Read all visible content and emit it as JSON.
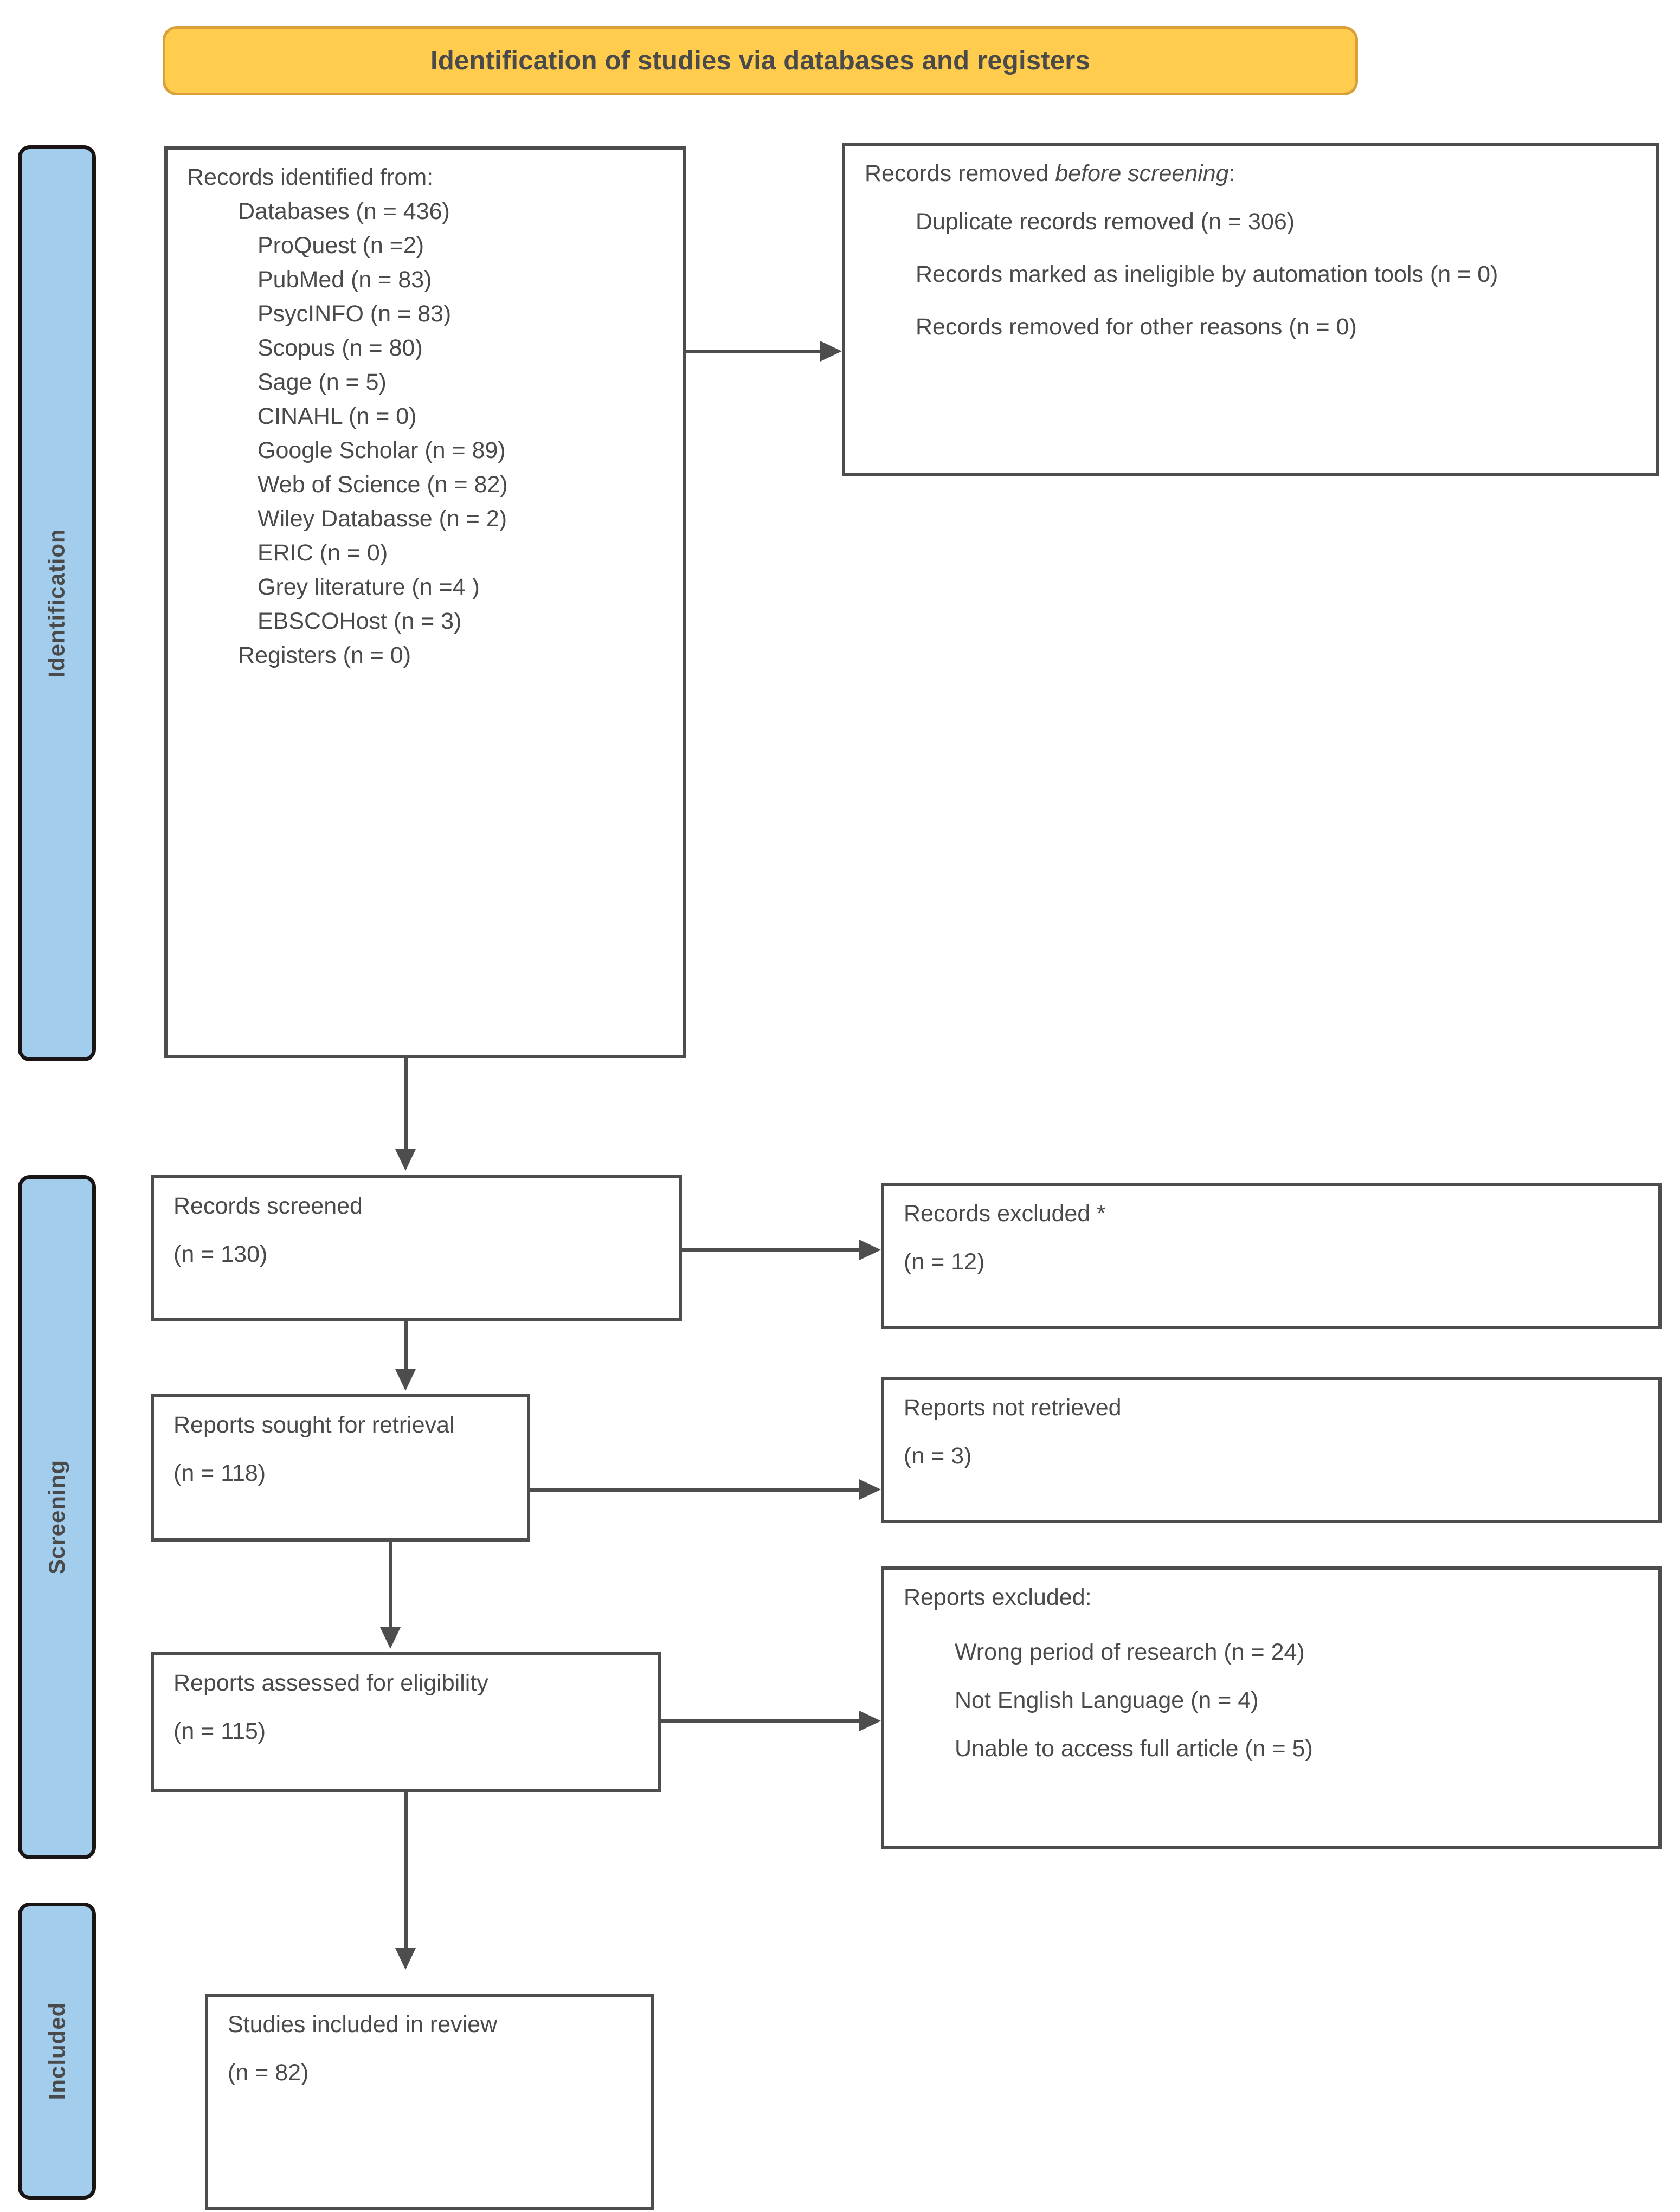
{
  "banner": {
    "title": "Identification of studies via databases and registers"
  },
  "stages": [
    {
      "label": "Identification"
    },
    {
      "label": "Screening"
    },
    {
      "label": "Included"
    }
  ],
  "boxes": {
    "identified": {
      "name": "Records identified from:",
      "lines": [
        {
          "text": "Records identified from:",
          "level": 0
        },
        {
          "text": "Databases (n = 436)",
          "level": 1
        },
        {
          "text": "ProQuest (n =2)",
          "level": 2
        },
        {
          "text": "PubMed (n = 83)",
          "level": 2
        },
        {
          "text": "PsycINFO (n = 83)",
          "level": 2
        },
        {
          "text": "Scopus (n = 80)",
          "level": 2
        },
        {
          "text": "Sage (n = 5)",
          "level": 2
        },
        {
          "text": "CINAHL (n = 0)",
          "level": 2
        },
        {
          "text": "Google Scholar (n = 89)",
          "level": 2
        },
        {
          "text": "Web of Science (n = 82)",
          "level": 2
        },
        {
          "text": "Wiley Databasse (n = 2)",
          "level": 2
        },
        {
          "text": "ERIC (n = 0)",
          "level": 2
        },
        {
          "text": "Grey literature (n =4 )",
          "level": 2
        },
        {
          "text": "EBSCOHost (n = 3)",
          "level": 2
        },
        {
          "text": "Registers (n = 0)",
          "level": 1
        }
      ]
    },
    "removed": {
      "heading_prefix": "Records removed ",
      "heading_italic": "before screening",
      "heading_suffix": ":",
      "items": [
        "Duplicate records removed (n = 306)",
        "Records marked as ineligible by automation tools (n = 0)",
        "Records removed for other reasons (n = 0)"
      ]
    },
    "screened": {
      "label": "Records screened",
      "count": "(n = 130)"
    },
    "records_excluded": {
      "label": "Records excluded *",
      "count": "(n = 12)"
    },
    "sought": {
      "label": "Reports sought for retrieval",
      "count": "(n = 118)"
    },
    "not_retrieved": {
      "label": "Reports not retrieved",
      "count": "(n = 3)"
    },
    "eligibility": {
      "label": "Reports assessed for eligibility",
      "count": "(n = 115)"
    },
    "reports_excluded": {
      "heading": "Reports excluded:",
      "reasons": [
        "Wrong period of research (n = 24)",
        "Not English Language (n = 4)",
        "Unable to access full article (n = 5)"
      ]
    },
    "included": {
      "label": "Studies included in review",
      "count": "(n = 82)"
    }
  },
  "colors": {
    "banner_fill": "#FFCC4D",
    "banner_border": "#D9A03A",
    "stage_fill": "#A3CDEC",
    "stage_border": "#1a1414",
    "box_border": "#4d4d4d",
    "text": "#4a4a4a"
  }
}
